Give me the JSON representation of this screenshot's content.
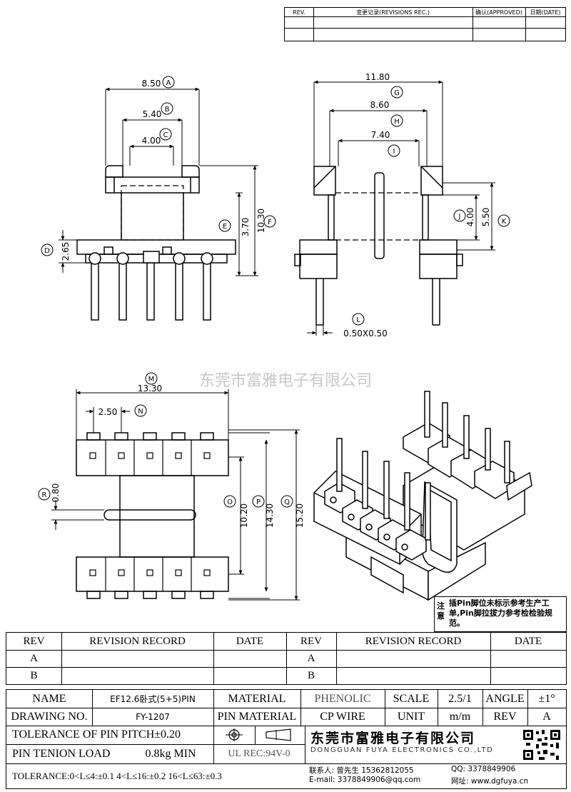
{
  "top_revision": {
    "rev": "REV.",
    "record": "变更记录(REVISIONS REC.)",
    "approved": "确认(APPROVED)",
    "date": "日期(DATE)"
  },
  "drawing": {
    "watermark": "东莞市富雅电子有限公司",
    "note_label": "注意",
    "note_text": "插Pin脚位未标示参考生产工单,Pin脚拉拔力参考检检验规范。",
    "front": {
      "a_val": "8.50",
      "a": "A",
      "b_val": "5.40",
      "b": "B",
      "c_val": "4.00",
      "c": "C",
      "d_val": "2.65",
      "d": "D",
      "e_val": "3.70",
      "e": "E",
      "f_val": "10.30",
      "f": "F"
    },
    "side": {
      "g_val": "11.80",
      "g": "G",
      "h_val": "8.60",
      "h": "H",
      "i_val": "7.40",
      "i": "I",
      "j_val": "4.00",
      "j": "J",
      "k_val": "5.50",
      "k": "K",
      "l_val": "0.50X0.50",
      "l": "L"
    },
    "bottom": {
      "m_val": "13.30",
      "m": "M",
      "n_val": "2.50",
      "n": "N",
      "o_val": "10.20",
      "o": "O",
      "p_val": "14.30",
      "p": "P",
      "q_val": "15.20",
      "q": "Q",
      "r_val": "0.80",
      "r": "R"
    }
  },
  "revision_table": {
    "rev": "REV",
    "record": "REVISION RECORD",
    "date": "DATE",
    "row_a": "A",
    "row_b": "B"
  },
  "title_block": {
    "name_label": "NAME",
    "name_value": "EF12.6卧式(5+5)PIN",
    "material_label": "MATERIAL",
    "material_value": "PHENOLIC",
    "scale_label": "SCALE",
    "scale_value": "2.5/1",
    "angle_label": "ANGLE",
    "angle_value": "±1°",
    "drawing_no_label": "DRAWING NO.",
    "drawing_no_value": "FY-1207",
    "pin_material_label": "PIN MATERIAL",
    "pin_material_value": "CP WIRE",
    "unit_label": "UNIT",
    "unit_value": "m/m",
    "rev_label": "REV",
    "rev_value": "A",
    "tolerance_pitch": "TOLERANCE OF PIN PITCH±0.20",
    "pin_tension_label": "PIN TENION LOAD",
    "pin_tension_value": "0.8kg MIN",
    "ul_rec": "UL REC:94V-0",
    "tolerance": "TOLERANCE:0<L≤4:±0.1  4<L≤16:±0.2  16<L≤63:±0.3",
    "company_cn": "东莞市富雅电子有限公司",
    "company_en": "DONGGUAN FUYA ELECTRONICS CO.,LTD",
    "contact": "联系人: 曾先生 15362812055",
    "qq": "QQ: 3378849906",
    "email": "E-mail: 3378849906@qq.com",
    "website": "网址: www.dgfuya.cn"
  }
}
